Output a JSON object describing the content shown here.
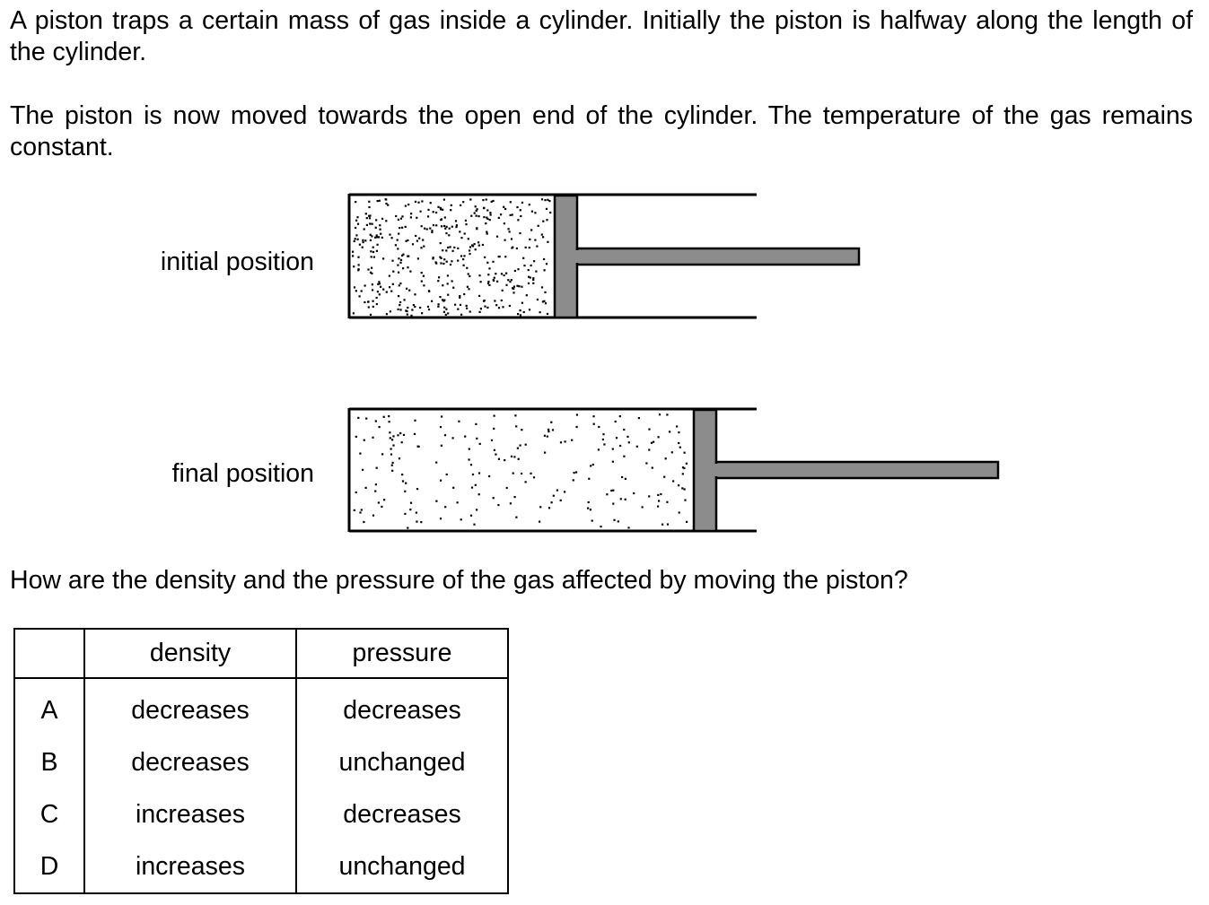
{
  "question": {
    "paragraph1": "A piston traps a certain mass of gas inside a cylinder. Initially the piston is halfway along the length of the cylinder.",
    "paragraph2": "The piston is now moved towards the open end of the cylinder. The temperature of the gas remains constant.",
    "prompt": "How are the density and the pressure of the gas affected by moving the piston?"
  },
  "diagram": {
    "initial_label": "initial position",
    "final_label": "final position",
    "piston_color": "#8c8c8c"
  },
  "table": {
    "headers": [
      "",
      "density",
      "pressure"
    ],
    "rows": [
      {
        "key": "A",
        "density": "decreases",
        "pressure": "decreases"
      },
      {
        "key": "B",
        "density": "decreases",
        "pressure": "unchanged"
      },
      {
        "key": "C",
        "density": "increases",
        "pressure": "decreases"
      },
      {
        "key": "D",
        "density": "increases",
        "pressure": "unchanged"
      }
    ]
  }
}
